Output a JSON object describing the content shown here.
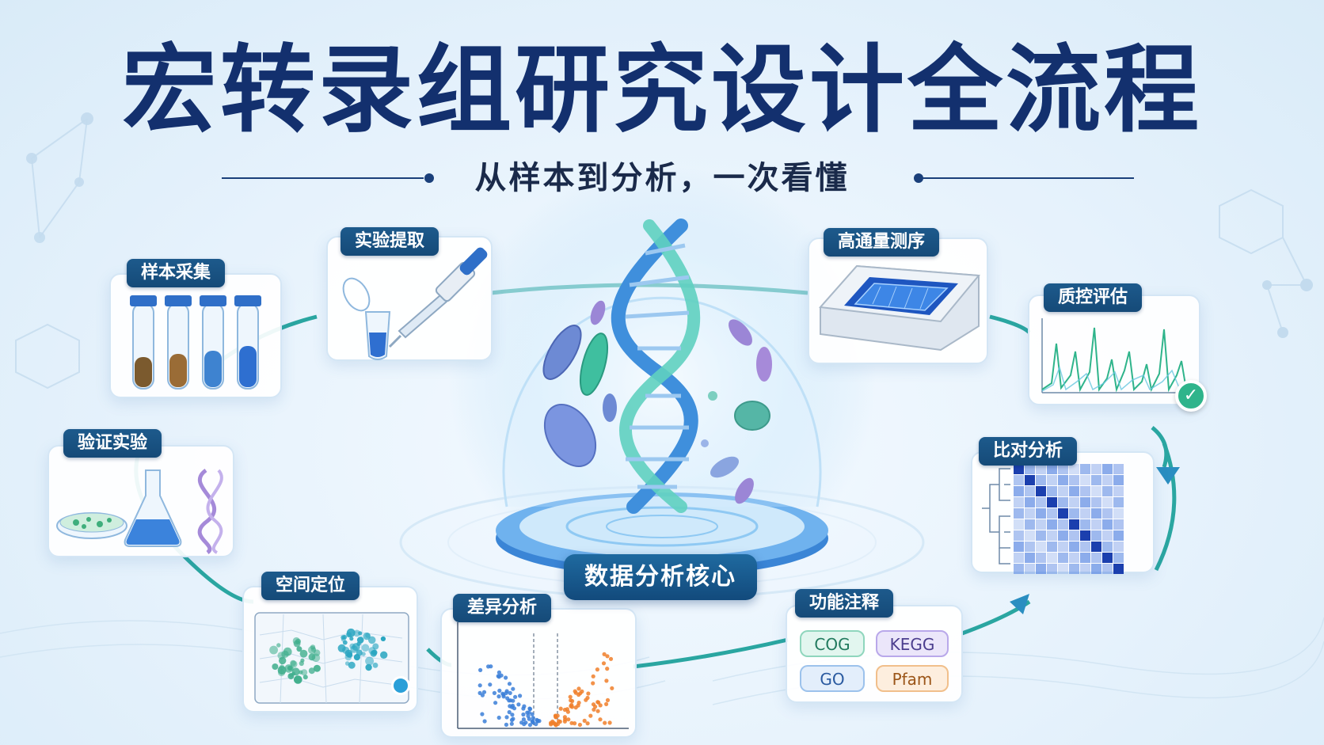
{
  "title": "宏转录组研究设计全流程",
  "subtitle": "从样本到分析，一次看懂",
  "core": {
    "label": "数据分析核心"
  },
  "steps": {
    "sample": "样本采集",
    "extract": "实验提取",
    "sequencing": "高通量测序",
    "qc": "质控评估",
    "alignment": "比对分析",
    "annotation": "功能注释",
    "diff": "差异分析",
    "spatial": "空间定位",
    "validation": "验证实验"
  },
  "annotation_chips": {
    "cog": "COG",
    "kegg": "KEGG",
    "go": "GO",
    "pfam": "Pfam"
  },
  "colors": {
    "title": "#13306e",
    "label_bg": "#1d5a8c",
    "teal": "#2aa6a1",
    "blue": "#3b7fd8",
    "orange": "#f07f2a"
  }
}
